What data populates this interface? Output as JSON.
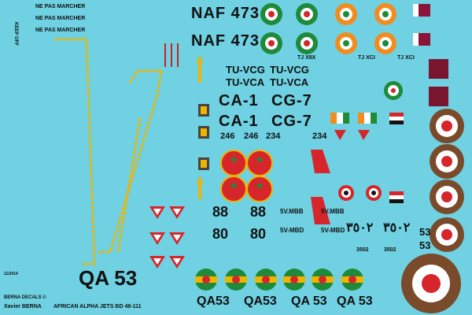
{
  "sheet": {
    "footer_brand": "BERNA DECALS ©",
    "footer_author": "Xavier BERNA",
    "footer_title": "AFRICAN ALPHA JETS BD 48-111",
    "date": "11/2014"
  },
  "stencils": {
    "ne_pas_marcher": [
      "NE PAS MARCHER",
      "NE PAS MARCHER",
      "NE PAS MARCHER"
    ],
    "keep_off": "KEEP OFF"
  },
  "codes": {
    "naf_top": "NAF 473",
    "naf_bottom": "NAF 473",
    "tu_vcg_1": "TU-VCG",
    "tu_vcg_2": "TU-VCG",
    "tu_vca_1": "TU-VCA",
    "tu_vca_2": "TU-VCA",
    "tj_x8x": "TJ X8X",
    "tj_xci_1": "TJ XCI",
    "tj_xci_2": "TJ XCI",
    "ca1_a": "CA-1",
    "ca1_b": "CA-1",
    "cg7_a": "CG-7",
    "cg7_b": "CG-7",
    "n246_a": "246",
    "n246_b": "246",
    "n234_a": "234",
    "n234_b": "234",
    "b88_a": "88",
    "b88_b": "88",
    "b80_a": "80",
    "b80_b": "80",
    "sv_mbb_1": "5V.MBB",
    "sv_mbb_2": "5V.MBB",
    "sv_mbd_1": "5V-MBD",
    "sv_mbd_2": "5V-MBD",
    "arabic_1": "٣٥٠٢",
    "arabic_2": "٣٥٠٢",
    "n53_a": "53",
    "n53_b": "53",
    "n3502_a": "3502",
    "n3502_b": "3502",
    "qa53_big": "QA 53",
    "qa53_1": "QA53",
    "qa53_2": "QA53",
    "qa53_3": "QA 53",
    "qa53_4": "QA 53"
  },
  "colors": {
    "background": "#6fd1e2",
    "stripe": "#f0b400",
    "red": "#d6262b",
    "green": "#1e8a3a",
    "orange": "#f28c1e",
    "brown": "#7a4b2a",
    "white": "#ffffff",
    "maroon": "#8a1538"
  }
}
